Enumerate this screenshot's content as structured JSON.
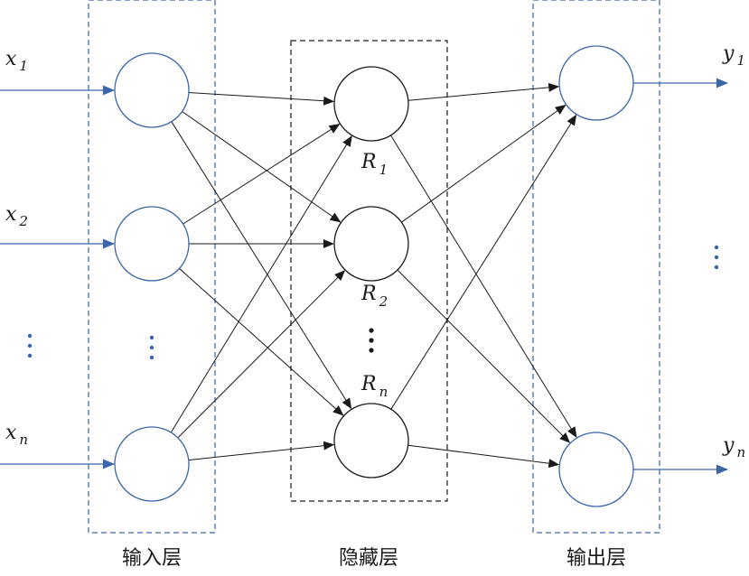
{
  "layers": {
    "input_caption": "输入层",
    "hidden_caption": "隐藏层",
    "output_caption": "输出层"
  },
  "inputs": [
    {
      "base": "x",
      "sub": "1"
    },
    {
      "base": "x",
      "sub": "2"
    },
    {
      "base": "x",
      "sub": "n"
    }
  ],
  "hidden": [
    {
      "base": "R",
      "sub": "1"
    },
    {
      "base": "R",
      "sub": "2"
    },
    {
      "base": "R",
      "sub": "n"
    }
  ],
  "outputs": [
    {
      "base": "y",
      "sub": "1"
    },
    {
      "base": "y",
      "sub": "n"
    }
  ],
  "colors": {
    "blue": "#3a66a8",
    "black": "#1a1a1a"
  }
}
